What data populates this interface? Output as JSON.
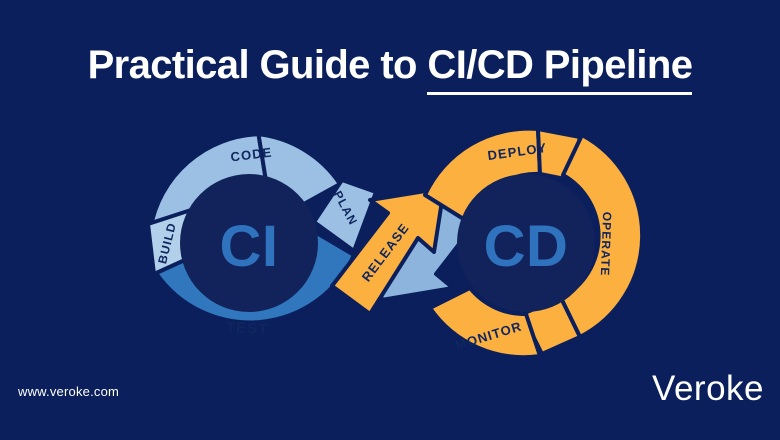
{
  "background_color": "#0a1f5c",
  "title": {
    "full": "Practical Guide to CI/CD Pipeline",
    "plain_part": "Practical Guide to ",
    "underlined_part": "CI/CD Pipeline"
  },
  "diagram": {
    "type": "infinity-loop",
    "left_loop": {
      "core_label": "CI",
      "core_color": "#12235c",
      "core_text_color": "#2f72bd",
      "segments": [
        {
          "label": "CODE",
          "color": "#9cc0e4",
          "position": "top"
        },
        {
          "label": "PLAN",
          "color": "#9cc0e4",
          "position": "right"
        },
        {
          "label": "TEST",
          "color": "#3077bd",
          "position": "bottom"
        },
        {
          "label": "BUILD",
          "color": "#b3d0ea",
          "position": "left"
        }
      ]
    },
    "right_loop": {
      "core_label": "CD",
      "core_color": "#12235c",
      "core_text_color": "#2f72bd",
      "segments": [
        {
          "label": "DEPLOY",
          "color": "#fbb040",
          "position": "top"
        },
        {
          "label": "OPERATE",
          "color": "#fbb040",
          "position": "right"
        },
        {
          "label": "MONITOR",
          "color": "#fbb040",
          "position": "bottom"
        }
      ]
    },
    "connectors": [
      {
        "label": "RELEASE",
        "color": "#fbb040",
        "direction": "up-right",
        "from": "CI",
        "to": "CD"
      },
      {
        "label": "",
        "color": "#8cb4dc",
        "direction": "down-left",
        "from": "CD",
        "to": "CI"
      }
    ]
  },
  "footer": {
    "url": "www.veroke.com",
    "brand": "Veroke"
  },
  "colors": {
    "navy_bg": "#0a1f5c",
    "navy_core": "#12235c",
    "blue_accent": "#2f72bd",
    "blue_mid": "#3077bd",
    "blue_light": "#9cc0e4",
    "blue_pale": "#b3d0ea",
    "yellow": "#fbb040",
    "white": "#ffffff"
  }
}
